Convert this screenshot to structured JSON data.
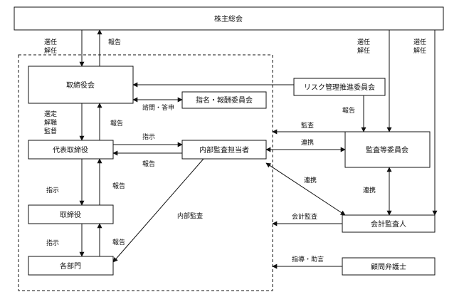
{
  "nodes": {
    "shareholders_meeting": "株主総会",
    "board_of_directors": "取締役会",
    "risk_committee": "リスク管理推進委員会",
    "nomination_committee": "指名・報酬委員会",
    "representative_director": "代表取締役",
    "internal_audit_manager": "内部監査担当者",
    "audit_committee": "監査等委員会",
    "director": "取締役",
    "departments": "各部門",
    "accounting_auditor": "会計監査人",
    "legal_advisor": "顧問弁護士"
  },
  "labels": {
    "elect_dismiss_1a": "選任",
    "elect_dismiss_1b": "解任",
    "report_board_to_shareholders": "報告",
    "elect_dismiss_2a": "選任",
    "elect_dismiss_2b": "解任",
    "elect_dismiss_3a": "選任",
    "elect_dismiss_3b": "解任",
    "consult_reply": "諮問・答申",
    "report_risk": "報告",
    "appoint_a": "選定",
    "appoint_b": "解職",
    "appoint_c": "監督",
    "report_rep_to_board": "報告",
    "instruct_rep_to_audit": "指示",
    "report_audit_to_rep": "報告",
    "audit_label": "監査",
    "coordination_1": "連携",
    "instruct_rep_to_director": "指示",
    "report_director_to_rep": "報告",
    "internal_audit": "内部監査",
    "coordination_2": "連携",
    "coordination_3": "連携",
    "accounting_audit": "会計監査",
    "instruct_director_to_dept": "指示",
    "report_dept_to_director": "報告",
    "guidance_advice": "指導・助言"
  }
}
